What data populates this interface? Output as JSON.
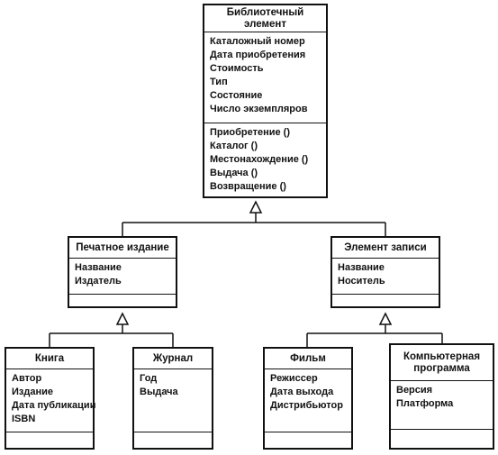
{
  "diagram": {
    "classes": {
      "library_item": {
        "name": "Библиотечный элемент",
        "attributes": [
          "Каталожный номер",
          "Дата приобретения",
          "Стоимость",
          "Тип",
          "Состояние",
          "Число экземпляров"
        ],
        "operations": [
          "Приобретение ()",
          "Каталог ()",
          "Местонахождение ()",
          "Выдача ()",
          "Возвращение ()"
        ]
      },
      "printed_edition": {
        "name": "Печатное издание",
        "attributes": [
          "Название",
          "Издатель"
        ],
        "operations": []
      },
      "recording_item": {
        "name": "Элемент записи",
        "attributes": [
          "Название",
          "Носитель"
        ],
        "operations": []
      },
      "book": {
        "name": "Книга",
        "attributes": [
          "Автор",
          "Издание",
          "Дата публикации",
          "ISBN"
        ],
        "operations": []
      },
      "journal": {
        "name": "Журнал",
        "attributes": [
          "Год",
          "Выдача"
        ],
        "operations": []
      },
      "film": {
        "name": "Фильм",
        "attributes": [
          "Режиссер",
          "Дата выхода",
          "Дистрибьютор"
        ],
        "operations": []
      },
      "software": {
        "name_lines": [
          "Компьютерная",
          "программа"
        ],
        "attributes": [
          "Версия",
          "Платформа"
        ],
        "operations": []
      }
    }
  }
}
